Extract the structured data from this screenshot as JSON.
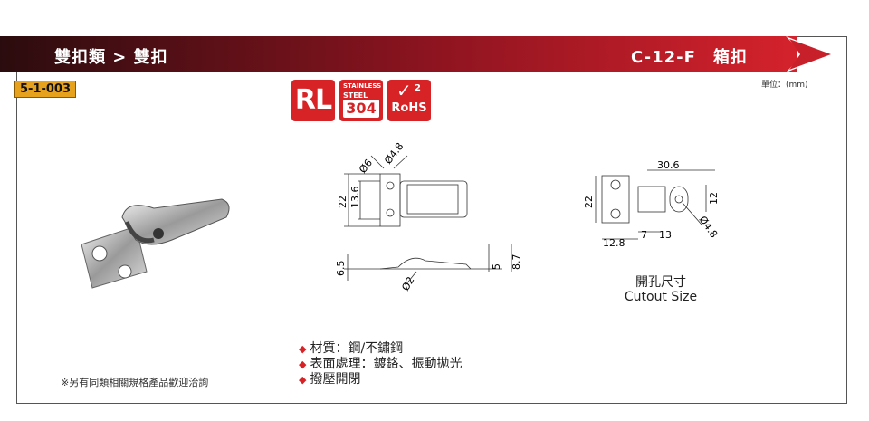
{
  "header": {
    "breadcrumb": "雙扣類 > 雙扣",
    "product_title": "C-12-F　箱扣",
    "colors": {
      "bar_left": "#2b0c0e",
      "bar_right": "#d4222c",
      "arrow": "#c8202a"
    }
  },
  "code_badge": "5-1-003",
  "unit": "單位：(mm)",
  "logos": {
    "rl": "RL",
    "stainless_line1": "STAINLESS",
    "stainless_line2": "STEEL",
    "stainless_grade": "304",
    "rohs_num": "2",
    "rohs_text": "RoHS"
  },
  "dimensions": {
    "phi6": "Ø6",
    "phi48_top": "Ø4.8",
    "d22": "22",
    "d136": "13.6",
    "d65": "6.5",
    "d5": "5",
    "d87": "8.7",
    "phi2": "Ø2",
    "c306": "30.6",
    "c22": "22",
    "c12": "12",
    "c128": "12.8",
    "c7": "7",
    "c13": "13",
    "c48": "Ø4.8"
  },
  "cutout_label": {
    "zh": "開孔尺寸",
    "en": "Cutout Size"
  },
  "specs": [
    "材質：鋼/不鏽鋼",
    "表面處理：鍍鉻、振動拋光",
    "撥壓開閉"
  ],
  "note": "※另有同類相關規格產品歡迎洽詢"
}
